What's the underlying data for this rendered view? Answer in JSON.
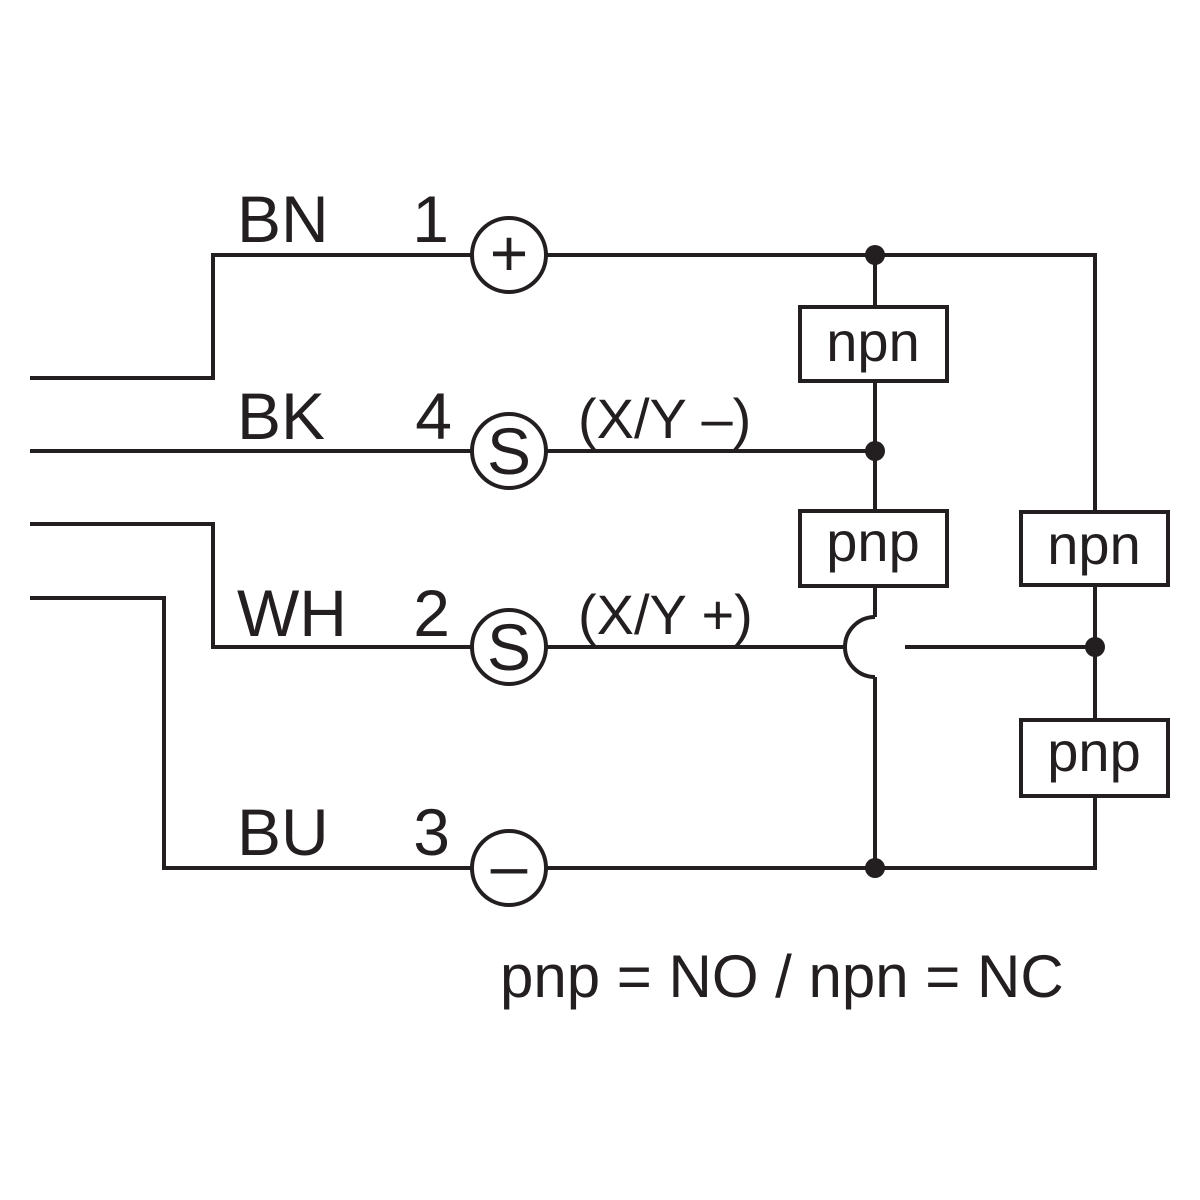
{
  "wires": [
    {
      "color": "BN",
      "pin": "1",
      "symbol": "+"
    },
    {
      "color": "BK",
      "pin": "4",
      "symbol": "S",
      "signal": "(X/Y –)"
    },
    {
      "color": "WH",
      "pin": "2",
      "symbol": "S",
      "signal": "(X/Y +)"
    },
    {
      "color": "BU",
      "pin": "3",
      "symbol": "–"
    }
  ],
  "outputs": {
    "left_top": "npn",
    "left_bottom": "pnp",
    "right_top": "npn",
    "right_bottom": "pnp"
  },
  "legend": "pnp = NO / npn = NC",
  "line_color": "#231f20"
}
